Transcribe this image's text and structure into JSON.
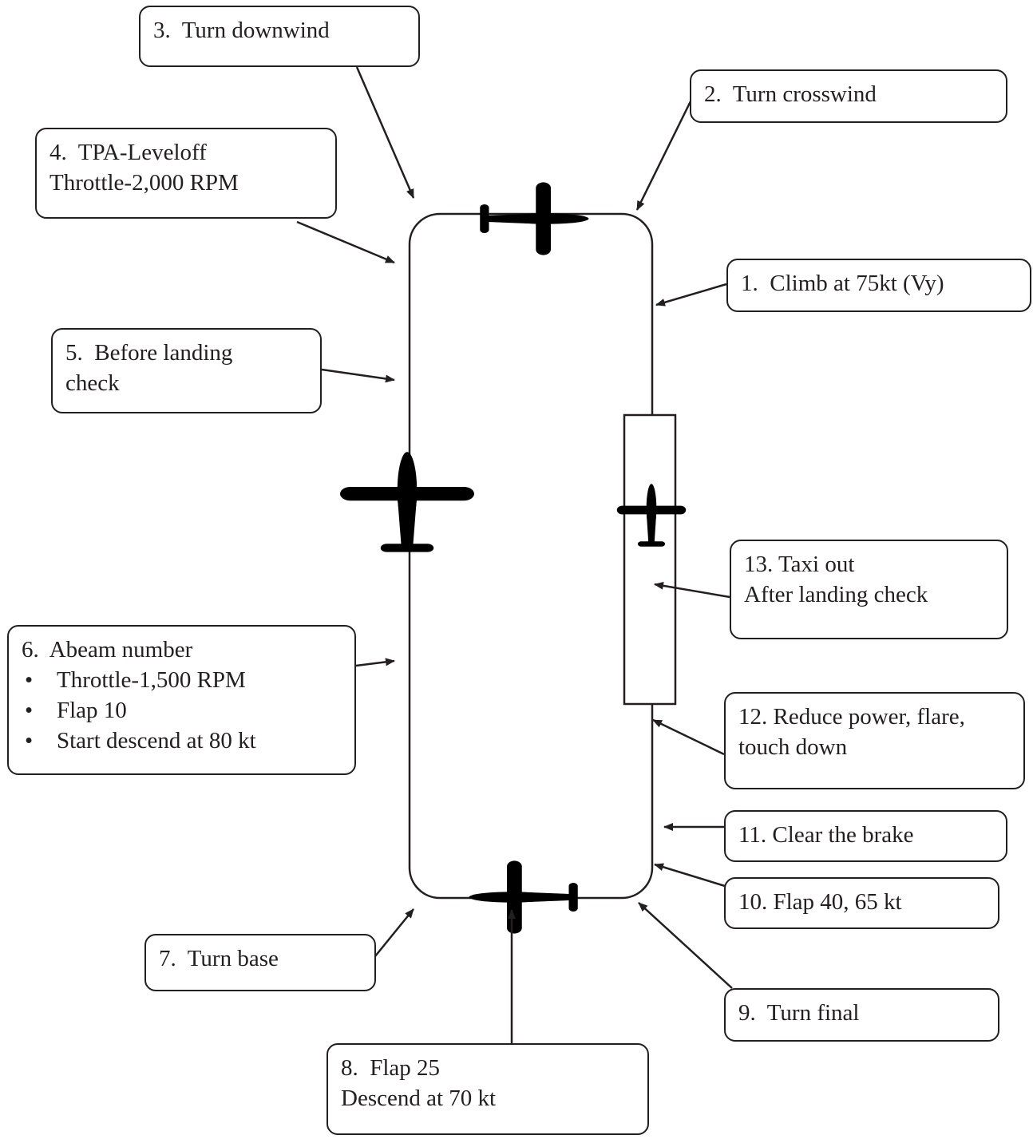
{
  "colors": {
    "stroke": "#231f20",
    "plane": "#000000",
    "background": "#ffffff"
  },
  "icons": [
    "airplane-top-view-icon"
  ],
  "steps": {
    "s1": {
      "number": "1.",
      "lines": [
        "Climb at 75kt (Vy)"
      ]
    },
    "s2": {
      "number": "2.",
      "lines": [
        "Turn crosswind"
      ]
    },
    "s3": {
      "number": "3.",
      "lines": [
        "Turn downwind"
      ]
    },
    "s4": {
      "number": "4.",
      "lines": [
        "TPA-Leveloff",
        "Throttle-2,000 RPM"
      ]
    },
    "s5": {
      "number": "5.",
      "lines": [
        "Before landing",
        "check"
      ]
    },
    "s6": {
      "number": "6.",
      "title": "Abeam number",
      "bullet_symbol": "•",
      "bullets": [
        "Throttle-1,500 RPM",
        "Flap 10",
        "Start descend at 80 kt"
      ]
    },
    "s7": {
      "number": "7.",
      "lines": [
        "Turn base"
      ]
    },
    "s8": {
      "number": "8.",
      "lines": [
        "Flap 25",
        "Descend at 70 kt"
      ]
    },
    "s9": {
      "number": "9.",
      "lines": [
        "Turn final"
      ]
    },
    "s10": {
      "number": "10.",
      "lines": [
        "Flap 40, 65 kt"
      ]
    },
    "s11": {
      "number": "11.",
      "lines": [
        "Clear the brake"
      ]
    },
    "s12": {
      "number": "12.",
      "lines": [
        "Reduce power, flare,",
        "touch down"
      ]
    },
    "s13": {
      "number": "13.",
      "lines": [
        "Taxi out",
        "After landing check"
      ]
    }
  },
  "text": {
    "s1_l1": "1.  Climb at 75kt (Vy)",
    "s2_l1": "2.  Turn crosswind",
    "s3_l1": "3.  Turn downwind",
    "s4_l1": "4.  TPA-Leveloff",
    "s4_l2": "Throttle-2,000 RPM",
    "s5_l1": "5.  Before landing",
    "s5_l2": "check",
    "s6_l1": "6.  Abeam number",
    "s6_b1": "Throttle-1,500 RPM",
    "s6_b2": "Flap 10",
    "s6_b3": "Start descend at 80 kt",
    "bullet": "•",
    "s7_l1": "7.  Turn base",
    "s8_l1": "8.  Flap 25",
    "s8_l2": "Descend at 70 kt",
    "s9_l1": "9.  Turn final",
    "s10_l1": "10. Flap 40, 65 kt",
    "s11_l1": "11. Clear the brake",
    "s12_l1": "12. Reduce power, flare,",
    "s12_l2": "touch down",
    "s13_l1": "13. Taxi out",
    "s13_l2": "After landing check"
  }
}
